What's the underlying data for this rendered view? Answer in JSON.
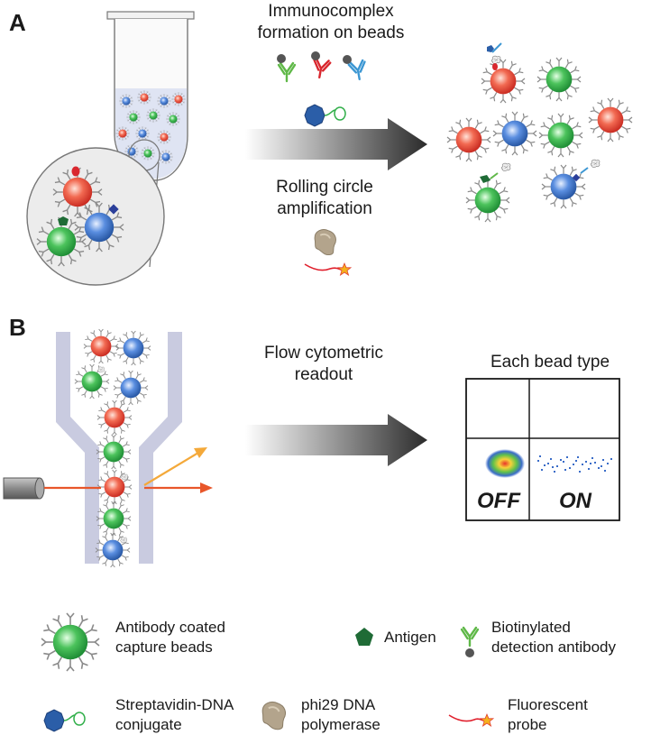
{
  "panels": {
    "a": "A",
    "b": "B"
  },
  "panel_a": {
    "step1": [
      "Immunocomplex",
      "formation on beads"
    ],
    "step2": [
      "Rolling circle",
      "amplification"
    ]
  },
  "panel_b": {
    "step": [
      "Flow cytometric",
      "readout"
    ],
    "plot_title": "Each bead type",
    "gate_off": "OFF",
    "gate_on": "ON"
  },
  "legend": [
    {
      "icon": "capture-bead-icon",
      "lines": [
        "Antibody coated",
        "capture beads"
      ]
    },
    {
      "icon": "antigen-icon",
      "lines": [
        "Antigen"
      ]
    },
    {
      "icon": "detection-antibody-icon",
      "lines": [
        "Biotinylated",
        "detection antibody"
      ]
    },
    {
      "icon": "streptavidin-dna-icon",
      "lines": [
        "Streptavidin-DNA",
        "conjugate"
      ]
    },
    {
      "icon": "polymerase-icon",
      "lines": [
        "phi29 DNA",
        "polymerase"
      ]
    },
    {
      "icon": "fluorescent-probe-icon",
      "lines": [
        "Fluorescent",
        "probe"
      ]
    }
  ],
  "colors": {
    "bead_red": "#e8433a",
    "bead_green": "#2fae48",
    "bead_blue": "#3d72c4",
    "antigen": "#1f6b36",
    "antibody_red": "#d9272e",
    "antibody_green": "#5fb848",
    "antibody_blue": "#3c97d3",
    "biotin": "#555555",
    "streptavidin": "#2b5ea8",
    "laser": "#e8562a",
    "scatter": "#f4a93a",
    "channel": "#c9cbe0"
  }
}
